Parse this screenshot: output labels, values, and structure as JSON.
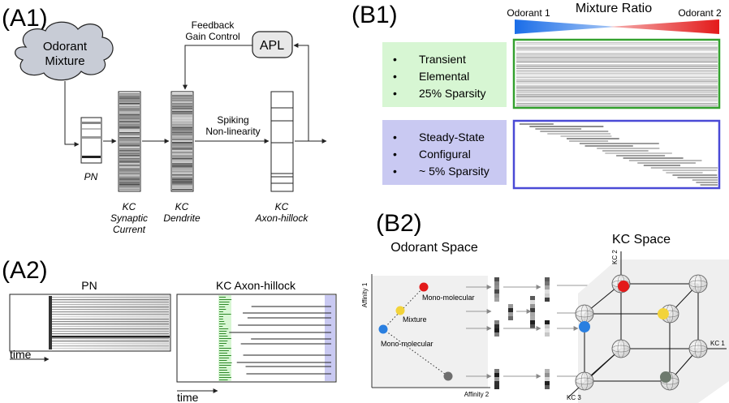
{
  "panels": {
    "a1": {
      "label": "(A1)",
      "cloud_text": [
        "Odorant",
        "Mixture"
      ],
      "feedback_text": [
        "Feedback",
        "Gain Control"
      ],
      "apl": "APL",
      "spiking_text": [
        "Spiking",
        "Non-linearity"
      ],
      "pn": "PN",
      "kc_synaptic": [
        "KC",
        "Synaptic",
        "Current"
      ],
      "kc_dendrite": [
        "KC",
        "Dendrite"
      ],
      "kc_axon": [
        "KC",
        "Axon-hillock"
      ]
    },
    "a2": {
      "label": "(A2)",
      "pn_title": "PN",
      "kc_title": "KC Axon-hillock",
      "time_left": "time",
      "time_right": "time"
    },
    "b1": {
      "label": "(B1)",
      "odorant1": "Odorant 1",
      "mixture_ratio": "Mixture Ratio",
      "odorant2": "Odorant 2",
      "green_bullets": [
        "Transient",
        "Elemental",
        "25% Sparsity"
      ],
      "blue_bullets": [
        "Steady-State",
        "Configural",
        "~ 5% Sparsity"
      ],
      "bullet": "•"
    },
    "b2": {
      "label": "(B2)",
      "odorant_space": "Odorant Space",
      "kc_space": "KC Space",
      "affinity1": "Affinity 1",
      "affinity2": "Affinity 2",
      "mono_top": "Mono-molecular",
      "mixture": "Mixture",
      "mono_bottom": "Mono-molecular",
      "kc1": "KC 1",
      "kc2": "KC 2",
      "kc3": "KC 3"
    }
  },
  "colors": {
    "green_box": "#34a12f",
    "green_fill": "#d7f6d3",
    "blue_box": "#4a4ad6",
    "blue_fill": "#c9c9f2",
    "odorant1": "#1e73e8",
    "odorant2": "#e81e1e",
    "red_dot": "#e31a1a",
    "yellow_dot": "#f2d33a",
    "blue_dot": "#2a7fe0",
    "gray_dot": "#6e6e6e"
  }
}
